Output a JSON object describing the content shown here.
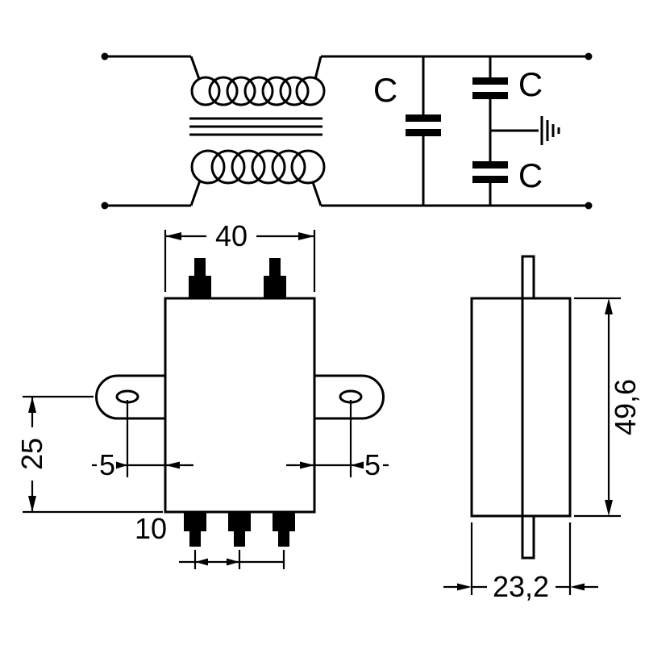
{
  "schematic": {
    "capacitor_labels": {
      "mid": "C",
      "top_right": "C",
      "bottom_right": "C"
    }
  },
  "top_view": {
    "dim_width": "40",
    "dim_height_to_mount_axis": "25",
    "dim_mount_hole_offset_left": "5",
    "dim_mount_hole_offset_right": "5",
    "dim_pin_pitch": "10"
  },
  "side_view": {
    "dim_height": "49,6",
    "dim_depth": "23,2"
  },
  "colors": {
    "line": "#000000",
    "background": "#ffffff"
  }
}
